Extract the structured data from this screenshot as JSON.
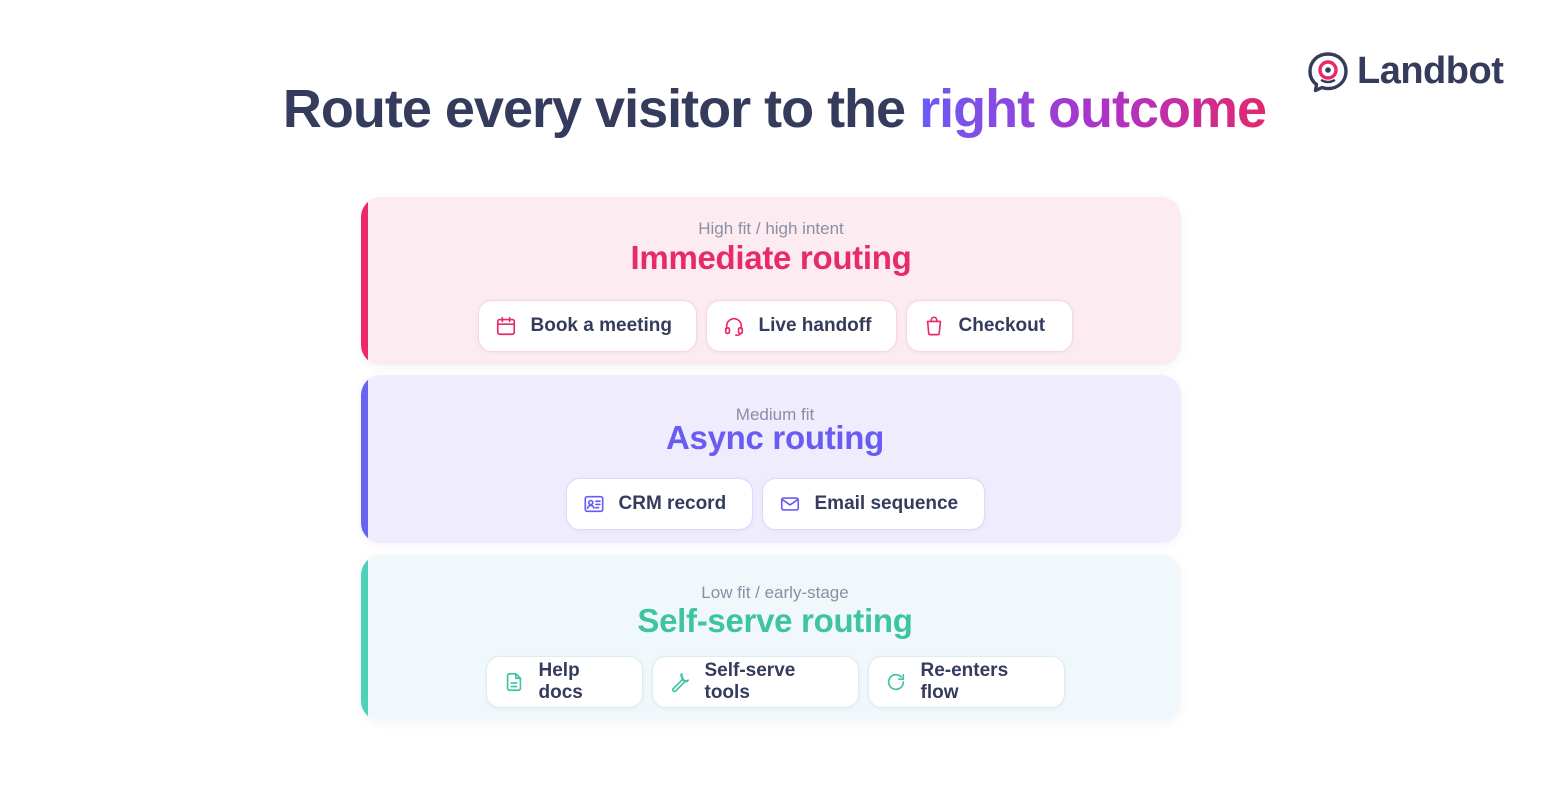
{
  "brand": {
    "name": "Landbot",
    "icon": "chat-bubble-eye-icon",
    "color": "#353b5c",
    "accent": "#e62a6a"
  },
  "headline": {
    "prefix": "Route every visitor to the ",
    "highlight": "right outcome"
  },
  "tiers": [
    {
      "subtitle": "High fit / high intent",
      "title": "Immediate routing",
      "color": "#e62a6a",
      "chips": [
        {
          "label": "Book a meeting",
          "icon": "calendar-icon"
        },
        {
          "label": "Live handoff",
          "icon": "headset-icon"
        },
        {
          "label": "Checkout",
          "icon": "shopping-bag-icon"
        }
      ]
    },
    {
      "subtitle": "Medium fit",
      "title": "Async routing",
      "color": "#6a5cf2",
      "chips": [
        {
          "label": "CRM record",
          "icon": "contact-card-icon"
        },
        {
          "label": "Email sequence",
          "icon": "envelope-icon"
        }
      ]
    },
    {
      "subtitle": "Low fit / early-stage",
      "title": "Self-serve routing",
      "color": "#3ec3a3",
      "chips": [
        {
          "label": "Help docs",
          "icon": "document-icon"
        },
        {
          "label": "Self-serve tools",
          "icon": "wrench-icon"
        },
        {
          "label": "Re-enters flow",
          "icon": "refresh-icon"
        }
      ]
    }
  ]
}
